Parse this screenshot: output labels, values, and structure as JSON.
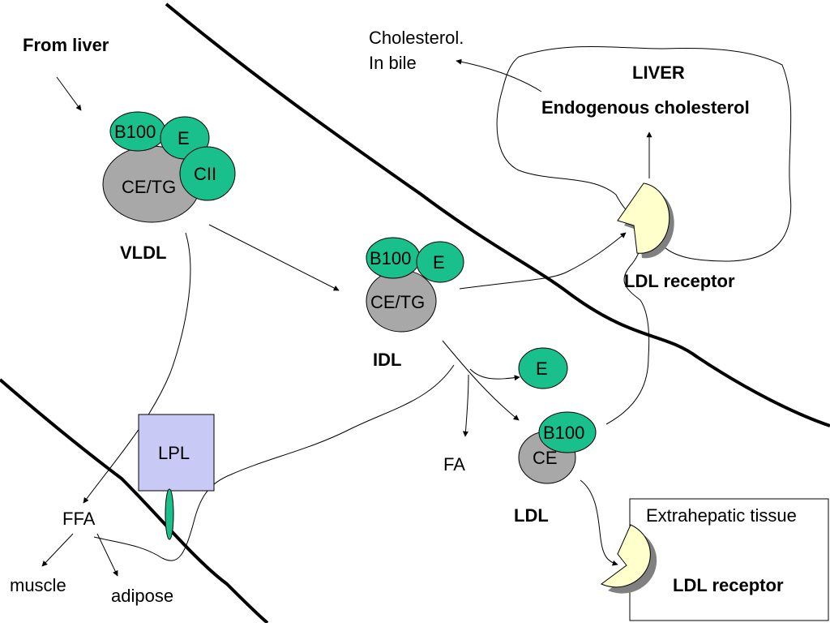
{
  "labels": {
    "from_liver": "From liver",
    "cholesterol_bile_line1": "Cholesterol.",
    "cholesterol_bile_line2": "In bile",
    "liver": "LIVER",
    "endogenous_cholesterol": "Endogenous cholesterol",
    "ldl_receptor_liver": "LDL receptor",
    "ldl_receptor_extra": "LDL receptor",
    "extrahepatic_tissue": "Extrahepatic tissue",
    "vldl": "VLDL",
    "idl": "IDL",
    "ldl": "LDL",
    "ffa": "FFA",
    "fa": "FA",
    "muscle": "muscle",
    "adipose": "adipose",
    "lpl": "LPL"
  },
  "particles": {
    "vldl": {
      "core": "CE/TG",
      "apos": [
        "B100",
        "E",
        "CII"
      ]
    },
    "idl": {
      "core": "CE/TG",
      "apos": [
        "B100",
        "E"
      ]
    },
    "free_e": "E",
    "ldl": {
      "core": "CE",
      "apos": [
        "B100"
      ]
    }
  },
  "colors": {
    "apolipoprotein": "#19c08c",
    "core": "#a8a8a8",
    "lpl_box": "#c9c9f5",
    "receptor": "#ffffcc",
    "receptor_shadow": "#808080"
  }
}
